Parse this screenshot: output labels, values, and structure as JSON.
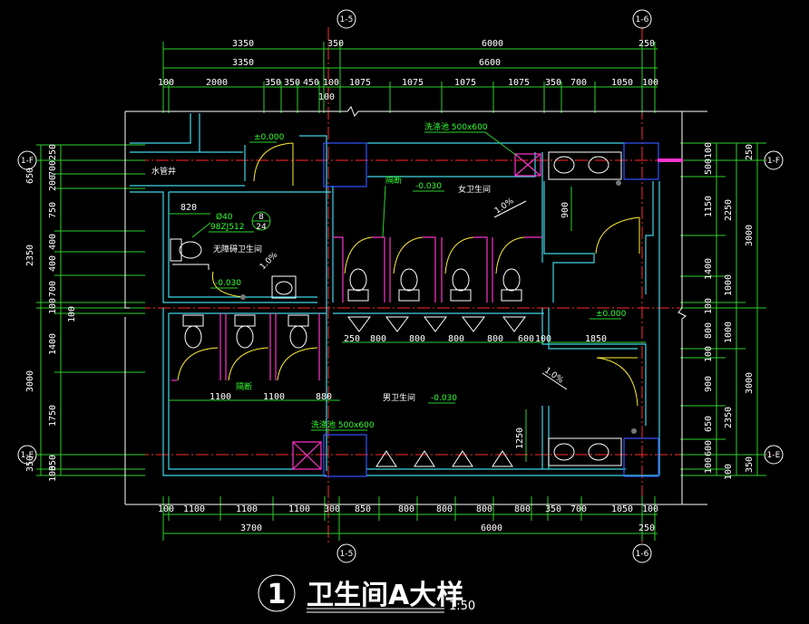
{
  "drawing": {
    "title": "卫生间A大样",
    "scale": "1:50",
    "index_number": "1"
  },
  "axes": {
    "top": [
      "1-5",
      "1-6"
    ],
    "bottom": [
      "1-5",
      "1-6"
    ],
    "left": [
      "1-F",
      "1-E"
    ],
    "right": [
      "1-F",
      "1-E"
    ]
  },
  "dims_top": {
    "row1": [
      "3350",
      "350",
      "6000",
      "250"
    ],
    "row2": [
      "3350",
      "6600"
    ],
    "row3": [
      "100",
      "2000",
      "350",
      "350",
      "450",
      "100",
      "1075",
      "1075",
      "1075",
      "350",
      "700",
      "1050",
      "100"
    ],
    "row3_sub": "100"
  },
  "dims_bottom": {
    "row1": [
      "100",
      "1100",
      "1100",
      "1100",
      "300",
      "850",
      "800",
      "800",
      "800",
      "800",
      "350",
      "700",
      "1050",
      "100"
    ],
    "row2": [
      "3700",
      "6000",
      "250"
    ]
  },
  "dims_left": {
    "outer": [
      "650",
      "2350",
      "100",
      "3000",
      "350"
    ],
    "inner": [
      "250",
      "700",
      "200",
      "750",
      "400",
      "400",
      "700",
      "100",
      "100",
      "1400",
      "1750",
      "350",
      "100"
    ]
  },
  "dims_right": {
    "inner": [
      "100",
      "500",
      "1150",
      "1400",
      "100",
      "800",
      "100",
      "900",
      "650",
      "600",
      "100"
    ],
    "mid": [
      "2250",
      "1000",
      "1000",
      "2350",
      "100"
    ],
    "outer": [
      "250",
      "3000",
      "3000",
      "350"
    ]
  },
  "dims_interior": {
    "urinal_row": [
      "250",
      "800",
      "800",
      "800",
      "800",
      "600",
      "100"
    ],
    "right_width": "1850",
    "stall_row": [
      "1100",
      "1100",
      "880"
    ],
    "accessible_width": "820",
    "door_height": "900",
    "mop_height": "1250"
  },
  "labels": {
    "female_wc": "女卫生间",
    "male_wc": "男卫生间",
    "accessible_wc": "无障碍卫生间",
    "pipe_shaft": "水管井",
    "partition_top": "隔断",
    "partition_bottom": "隔断",
    "sink_top": "洗涤池 500x600",
    "sink_bottom": "洗涤池 500x600",
    "level_entry": "±0.000",
    "level_right": "±0.000",
    "level_female": "-0.030",
    "level_male": "-0.030",
    "level_accessible": "-0.030",
    "slope_female": "1.0%",
    "slope_male": "1.0%",
    "slope_accessible": "1.0%",
    "grab_bar_dia": "Ø40",
    "std_ref": "98ZJ512",
    "detail_top": "8",
    "detail_bottom": "24"
  },
  "colors": {
    "background": "#000000",
    "dimension": "#2cd12c",
    "wall": "#3fd6e6",
    "axis": "#ff2a2a",
    "door": "#ffee33",
    "partition": "#ff33cc",
    "column": "#3355ff"
  }
}
